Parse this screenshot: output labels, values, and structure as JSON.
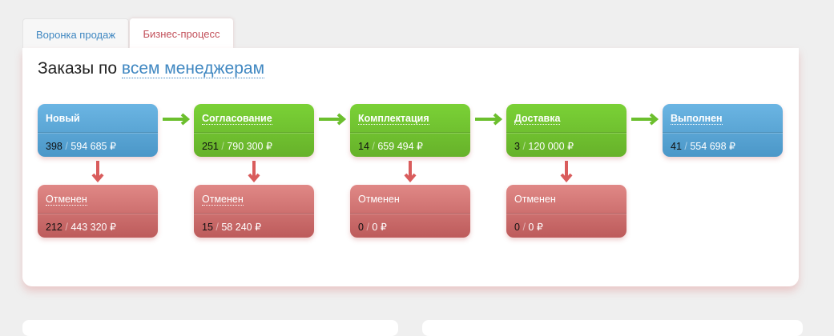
{
  "tabs": [
    {
      "label": "Воронка продаж"
    },
    {
      "label": "Бизнес-процесс"
    }
  ],
  "title": {
    "prefix": "Заказы по",
    "link": "всем менеджерам"
  },
  "stages": [
    {
      "name": "Новый",
      "count": "398",
      "sum": "594 685",
      "color": "blue"
    },
    {
      "name": "Согласование",
      "count": "251",
      "sum": "790 300",
      "color": "green"
    },
    {
      "name": "Комплектация",
      "count": "14",
      "sum": "659 494",
      "color": "green"
    },
    {
      "name": "Доставка",
      "count": "3",
      "sum": "120 000",
      "color": "green"
    },
    {
      "name": "Выполнен",
      "count": "41",
      "sum": "554 698",
      "color": "blue"
    }
  ],
  "cancelled": [
    {
      "name": "Отменен",
      "count": "212",
      "sum": "443 320"
    },
    {
      "name": "Отменен",
      "count": "15",
      "sum": "58 240"
    },
    {
      "name": "Отменен",
      "count": "0",
      "sum": "0"
    },
    {
      "name": "Отменен",
      "count": "0",
      "sum": "0"
    }
  ],
  "currency": "₽",
  "separator": "/"
}
